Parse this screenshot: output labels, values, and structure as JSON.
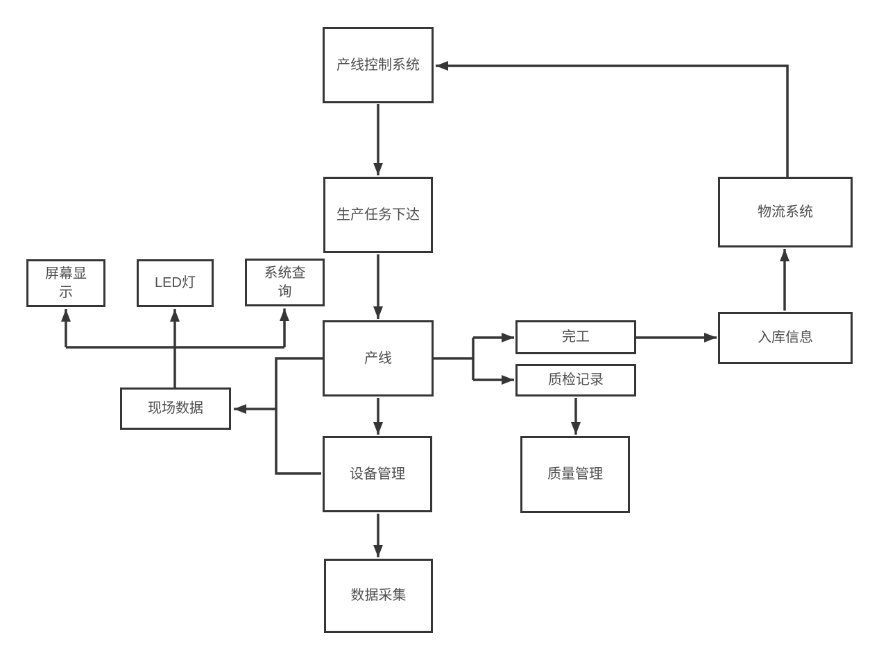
{
  "diagram_title": "",
  "colors": {
    "line": "#363636",
    "node_border": "#363636",
    "node_fill": "#ffffff",
    "text": "#4f4f4f",
    "background": "#ffffff"
  },
  "nodes": {
    "line_control": {
      "label": "产线控制系统"
    },
    "task_issue": {
      "label": "生产任务下达"
    },
    "screen_display": {
      "label": "屏幕显示"
    },
    "led_light": {
      "label": "LED灯"
    },
    "system_query": {
      "label": "系统查询"
    },
    "production_line": {
      "label": "产线"
    },
    "site_data": {
      "label": "现场数据"
    },
    "device_mgmt": {
      "label": "设备管理"
    },
    "data_collect": {
      "label": "数据采集"
    },
    "complete": {
      "label": "完工"
    },
    "qc_record": {
      "label": "质检记录"
    },
    "quality_mgmt": {
      "label": "质量管理"
    },
    "inbound_info": {
      "label": "入库信息"
    },
    "logistics": {
      "label": "物流系统"
    }
  },
  "edges": [
    {
      "from": "line_control",
      "to": "task_issue",
      "arrow": true
    },
    {
      "from": "task_issue",
      "to": "production_line",
      "arrow": true
    },
    {
      "from": "production_line",
      "to": "device_mgmt",
      "arrow": true
    },
    {
      "from": "device_mgmt",
      "to": "data_collect",
      "arrow": true
    },
    {
      "from": "production_line",
      "to": "site_data",
      "arrow": true
    },
    {
      "from": "device_mgmt",
      "to": "site_data",
      "arrow": false
    },
    {
      "from": "site_data",
      "to": "screen_display",
      "arrow": true
    },
    {
      "from": "site_data",
      "to": "led_light",
      "arrow": true
    },
    {
      "from": "site_data",
      "to": "system_query",
      "arrow": true
    },
    {
      "from": "production_line",
      "to": "complete",
      "arrow": true
    },
    {
      "from": "production_line",
      "to": "qc_record",
      "arrow": true
    },
    {
      "from": "complete",
      "to": "inbound_info",
      "arrow": true
    },
    {
      "from": "qc_record",
      "to": "quality_mgmt",
      "arrow": true
    },
    {
      "from": "inbound_info",
      "to": "logistics",
      "arrow": true
    },
    {
      "from": "logistics",
      "to": "line_control",
      "arrow": true
    }
  ]
}
